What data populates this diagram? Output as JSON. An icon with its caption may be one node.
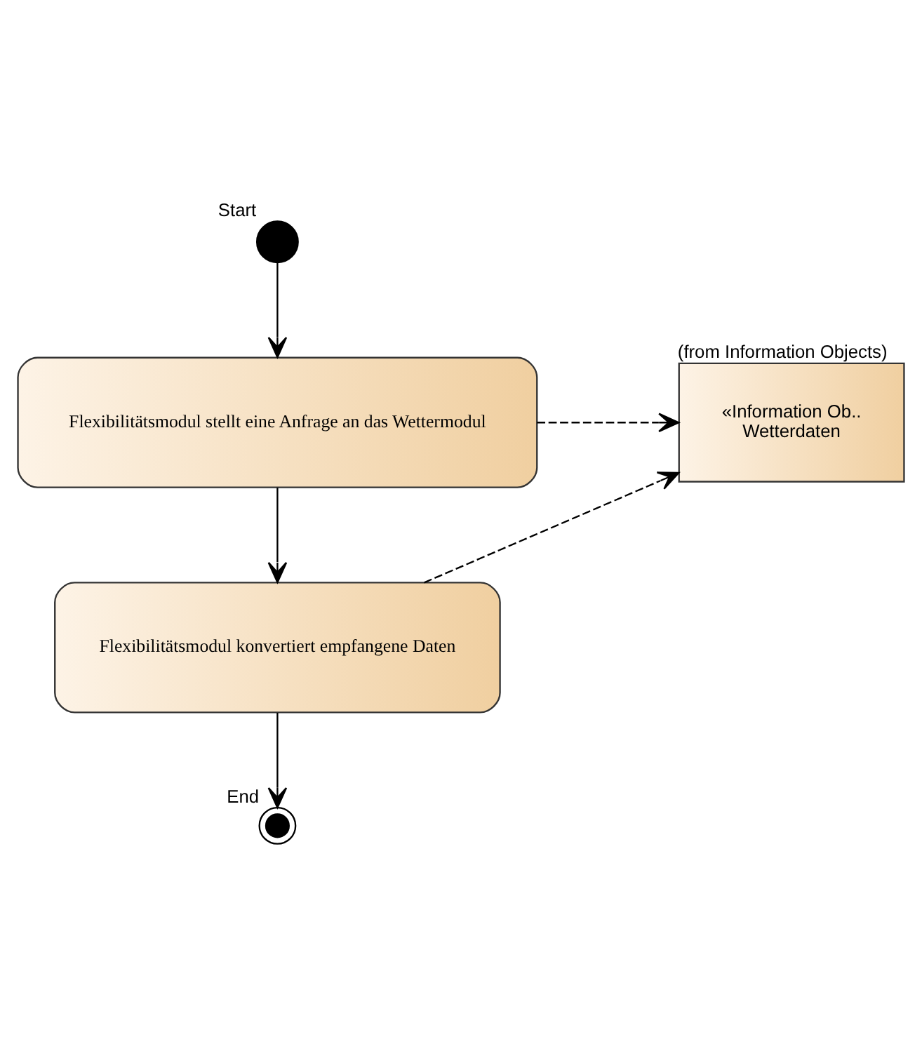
{
  "diagram": {
    "nodes": [
      {
        "text": [],
        "shape": "circle",
        "beside": [
          "Start"
        ]
      },
      {
        "text": [
          "Flexibilitätsmodul stellt eine Anfrage an das Wettermodul"
        ]
      },
      {
        "text": [
          "«Information Ob..",
          "Wetterdaten"
        ],
        "beside": [
          "(from Information Objects)"
        ]
      },
      {
        "text": [
          "Flexibilitätsmodul konvertiert empfangene Daten"
        ]
      },
      {
        "text": [],
        "shape": "circle",
        "beside": [
          "End"
        ]
      }
    ],
    "edges": [
      {
        "from": 0,
        "to": 1,
        "arrow": "to"
      },
      {
        "from": 1,
        "to": 2,
        "arrow": "to",
        "style": "dashed"
      },
      {
        "from": 1,
        "to": 3,
        "arrow": "to"
      },
      {
        "from": 3,
        "to": 2,
        "arrow": "to",
        "style": "dashed"
      },
      {
        "from": 3,
        "to": 4,
        "arrow": "to"
      }
    ]
  }
}
